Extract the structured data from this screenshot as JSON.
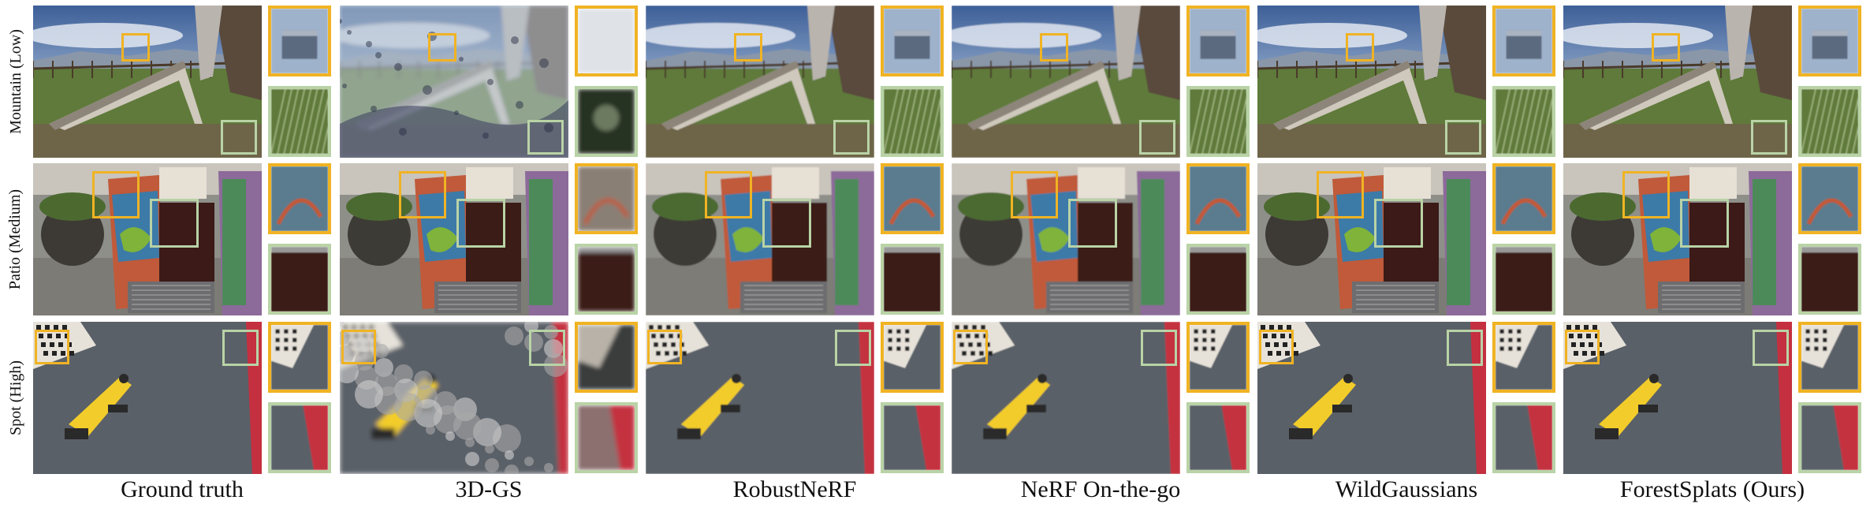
{
  "rows": [
    {
      "label": "Mountain (Low)",
      "key": "mountain"
    },
    {
      "label": "Patio (Medium)",
      "key": "patio"
    },
    {
      "label": "Spot (High)",
      "key": "spot"
    }
  ],
  "columns": [
    {
      "label": "Ground truth",
      "key": "gt"
    },
    {
      "label": "3D-GS",
      "key": "3dgs"
    },
    {
      "label": "RobustNeRF",
      "key": "robustnerf"
    },
    {
      "label": "NeRF On-the-go",
      "key": "onthego"
    },
    {
      "label": "WildGaussians",
      "key": "wildgaussians"
    },
    {
      "label": "ForestSplats (Ours)",
      "key": "forestsplats"
    }
  ],
  "colors": {
    "zoom_box_primary": "#f0b323",
    "zoom_box_secondary": "#b9d3a6"
  }
}
